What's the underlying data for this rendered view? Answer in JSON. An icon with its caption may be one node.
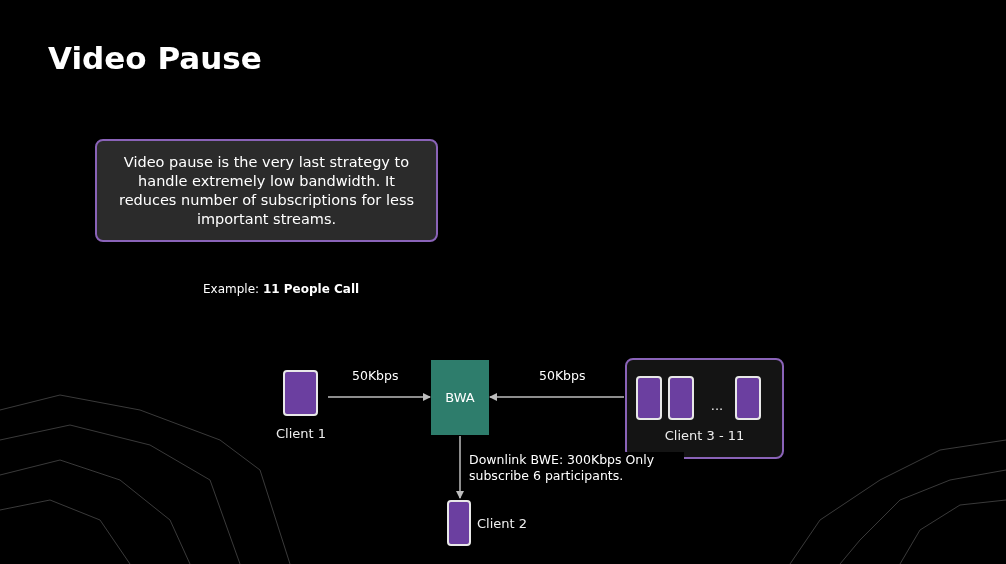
{
  "diagram": {
    "title": "Video Pause",
    "nodes": [
      {
        "text": [
          "Video pause is the very last strategy to handle extremely low bandwidth. It reduces number of subscriptions for less important streams."
        ]
      },
      {
        "text": [
          "Client 1"
        ]
      },
      {
        "text": [
          "BWA"
        ]
      },
      {
        "text": [
          "...",
          "Client 3 - 11"
        ]
      },
      {
        "text": [
          "Client 2"
        ]
      }
    ],
    "edges": [
      {
        "from": 1,
        "to": 2,
        "arrow": "to",
        "label": "50Kbps"
      },
      {
        "from": 3,
        "to": 2,
        "arrow": "to",
        "label": "50Kbps"
      },
      {
        "from": 2,
        "to": 4,
        "arrow": "to",
        "label": "Downlink BWE: 300Kbps Only subscribe 6 participants."
      }
    ],
    "labels": [
      "Example: **11 People Call**"
    ]
  }
}
